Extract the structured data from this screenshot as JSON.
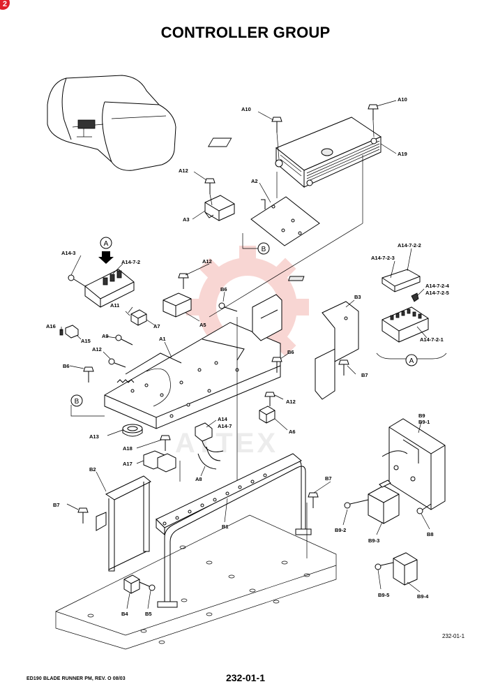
{
  "header": {
    "title": "CONTROLLER GROUP",
    "corner_mark": "2"
  },
  "footer": {
    "manual": "ED190 BLADE RUNNER PM, REV. O 08/03",
    "page": "232-01-1",
    "figure_ref": "232-01-1"
  },
  "watermark": {
    "text": "ATTEX",
    "color": "#f4b6b0"
  },
  "callouts": {
    "A": "A",
    "B": "B"
  },
  "labels": [
    "A10",
    "A10",
    "A19",
    "A12",
    "A2",
    "A3",
    "A14-3",
    "A14-7-2",
    "A12",
    "A14-7-2-2",
    "A14-7-2-3",
    "A14-7-2-4",
    "A14-7-2-5",
    "A14-7-2-1",
    "B6",
    "A11",
    "A7",
    "A5",
    "B3",
    "A16",
    "A15",
    "A9",
    "A1",
    "A12",
    "B6",
    "B6",
    "B7",
    "A12",
    "A14",
    "A14-7",
    "A6",
    "A13",
    "A18",
    "A17",
    "A8",
    "B9",
    "B9-1",
    "B2",
    "B7",
    "B7",
    "B1",
    "B9-2",
    "B9-3",
    "B8",
    "B9-5",
    "B9-4",
    "B4",
    "B5"
  ]
}
